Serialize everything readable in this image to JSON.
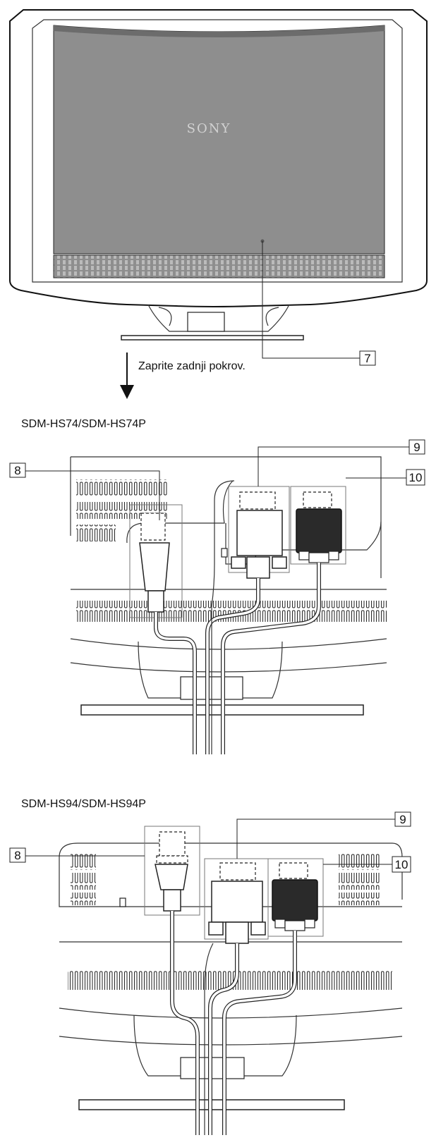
{
  "figure": {
    "brand_logo": "SONY",
    "instruction": "Zaprite zadnji pokrov.",
    "section1_title": "SDM-HS74/SDM-HS74P",
    "section2_title": "SDM-HS94/SDM-HS94P",
    "callouts": {
      "top": "7",
      "s1_power": "8",
      "s1_dvi": "9",
      "s1_vga": "10",
      "s2_power": "8",
      "s2_dvi": "9",
      "s2_vga": "10"
    }
  },
  "colors": {
    "screen": "#8e8e8e",
    "ink": "#111111",
    "frame": "#ffffff"
  }
}
